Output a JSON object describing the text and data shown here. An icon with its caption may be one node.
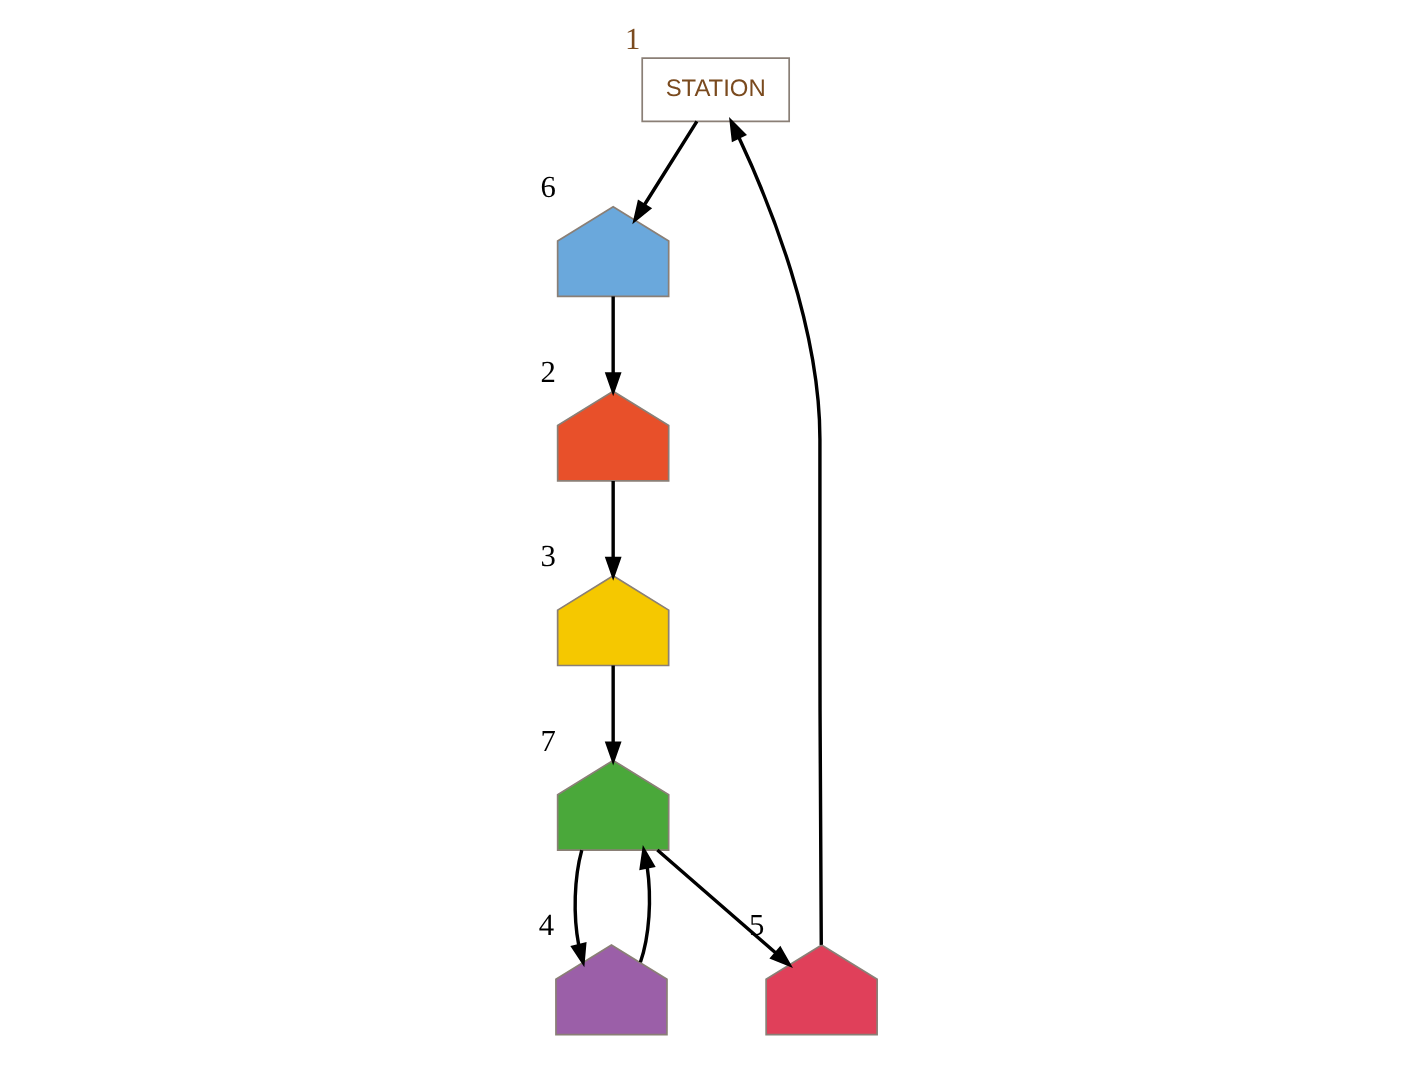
{
  "diagram": {
    "nodes": [
      {
        "text": [
          "STATION"
        ],
        "beside": [
          "1"
        ]
      },
      {
        "text": [],
        "shape": "picture",
        "beside": [
          "2"
        ]
      },
      {
        "text": [],
        "shape": "picture",
        "beside": [
          "3"
        ]
      },
      {
        "text": [],
        "shape": "picture",
        "beside": [
          "4"
        ]
      },
      {
        "text": [],
        "shape": "picture",
        "beside": [
          "5"
        ]
      },
      {
        "text": [],
        "shape": "picture",
        "beside": [
          "6"
        ]
      },
      {
        "text": [],
        "shape": "picture",
        "beside": [
          "7"
        ]
      }
    ],
    "edges": [
      {
        "from": 0,
        "to": 5,
        "arrow": "to"
      },
      {
        "from": 5,
        "to": 1,
        "arrow": "to"
      },
      {
        "from": 1,
        "to": 2,
        "arrow": "to"
      },
      {
        "from": 2,
        "to": 6,
        "arrow": "to"
      },
      {
        "from": 6,
        "to": 4,
        "arrow": "to"
      },
      {
        "from": 4,
        "to": 0,
        "arrow": "to"
      },
      {
        "from": 6,
        "to": 3,
        "arrow": "to"
      },
      {
        "from": 3,
        "to": 6,
        "arrow": "to"
      }
    ]
  }
}
